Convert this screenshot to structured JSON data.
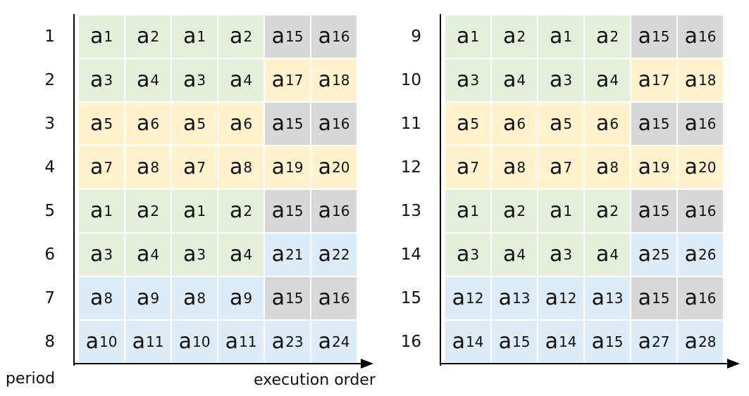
{
  "left_panel": {
    "periods": [
      "1",
      "2",
      "3",
      "4",
      "5",
      "6",
      "7",
      "8"
    ],
    "rows": [
      [
        [
          "1",
          "green"
        ],
        [
          "2",
          "green"
        ],
        [
          "1",
          "green"
        ],
        [
          "2",
          "green"
        ],
        [
          "15",
          "gray"
        ],
        [
          "16",
          "gray"
        ]
      ],
      [
        [
          "3",
          "green"
        ],
        [
          "4",
          "green"
        ],
        [
          "3",
          "green"
        ],
        [
          "4",
          "green"
        ],
        [
          "17",
          "yellow"
        ],
        [
          "18",
          "yellow"
        ]
      ],
      [
        [
          "5",
          "yellow"
        ],
        [
          "6",
          "yellow"
        ],
        [
          "5",
          "yellow"
        ],
        [
          "6",
          "yellow"
        ],
        [
          "15",
          "gray"
        ],
        [
          "16",
          "gray"
        ]
      ],
      [
        [
          "7",
          "yellow"
        ],
        [
          "8",
          "yellow"
        ],
        [
          "7",
          "yellow"
        ],
        [
          "8",
          "yellow"
        ],
        [
          "19",
          "yellow"
        ],
        [
          "20",
          "yellow"
        ]
      ],
      [
        [
          "1",
          "green"
        ],
        [
          "2",
          "green"
        ],
        [
          "1",
          "green"
        ],
        [
          "2",
          "green"
        ],
        [
          "15",
          "gray"
        ],
        [
          "16",
          "gray"
        ]
      ],
      [
        [
          "3",
          "green"
        ],
        [
          "4",
          "green"
        ],
        [
          "3",
          "green"
        ],
        [
          "4",
          "green"
        ],
        [
          "21",
          "blue"
        ],
        [
          "22",
          "blue"
        ]
      ],
      [
        [
          "8",
          "blue"
        ],
        [
          "9",
          "blue"
        ],
        [
          "8",
          "blue"
        ],
        [
          "9",
          "blue"
        ],
        [
          "15",
          "gray"
        ],
        [
          "16",
          "gray"
        ]
      ],
      [
        [
          "10",
          "blue"
        ],
        [
          "11",
          "blue"
        ],
        [
          "10",
          "blue"
        ],
        [
          "11",
          "blue"
        ],
        [
          "23",
          "blue"
        ],
        [
          "24",
          "blue"
        ]
      ]
    ]
  },
  "right_panel": {
    "periods": [
      "9",
      "10",
      "11",
      "12",
      "13",
      "14",
      "15",
      "16"
    ],
    "rows": [
      [
        [
          "1",
          "green"
        ],
        [
          "2",
          "green"
        ],
        [
          "1",
          "green"
        ],
        [
          "2",
          "green"
        ],
        [
          "15",
          "gray"
        ],
        [
          "16",
          "gray"
        ]
      ],
      [
        [
          "3",
          "green"
        ],
        [
          "4",
          "green"
        ],
        [
          "3",
          "green"
        ],
        [
          "4",
          "green"
        ],
        [
          "17",
          "yellow"
        ],
        [
          "18",
          "yellow"
        ]
      ],
      [
        [
          "5",
          "yellow"
        ],
        [
          "6",
          "yellow"
        ],
        [
          "5",
          "yellow"
        ],
        [
          "6",
          "yellow"
        ],
        [
          "15",
          "gray"
        ],
        [
          "16",
          "gray"
        ]
      ],
      [
        [
          "7",
          "yellow"
        ],
        [
          "8",
          "yellow"
        ],
        [
          "7",
          "yellow"
        ],
        [
          "8",
          "yellow"
        ],
        [
          "19",
          "yellow"
        ],
        [
          "20",
          "yellow"
        ]
      ],
      [
        [
          "1",
          "green"
        ],
        [
          "2",
          "green"
        ],
        [
          "1",
          "green"
        ],
        [
          "2",
          "green"
        ],
        [
          "15",
          "gray"
        ],
        [
          "16",
          "gray"
        ]
      ],
      [
        [
          "3",
          "green"
        ],
        [
          "4",
          "green"
        ],
        [
          "3",
          "green"
        ],
        [
          "4",
          "green"
        ],
        [
          "25",
          "blue"
        ],
        [
          "26",
          "blue"
        ]
      ],
      [
        [
          "12",
          "blue"
        ],
        [
          "13",
          "blue"
        ],
        [
          "12",
          "blue"
        ],
        [
          "13",
          "blue"
        ],
        [
          "15",
          "gray"
        ],
        [
          "16",
          "gray"
        ]
      ],
      [
        [
          "14",
          "blue"
        ],
        [
          "15",
          "blue"
        ],
        [
          "14",
          "blue"
        ],
        [
          "15",
          "blue"
        ],
        [
          "27",
          "blue"
        ],
        [
          "28",
          "blue"
        ]
      ]
    ]
  },
  "cell_letter": "a",
  "labels": {
    "y_axis": "period",
    "x_axis": "execution order"
  },
  "colors": {
    "green": "#e2efda",
    "yellow": "#fff2cc",
    "gray": "#d8d8d8",
    "blue": "#ddebf7"
  }
}
